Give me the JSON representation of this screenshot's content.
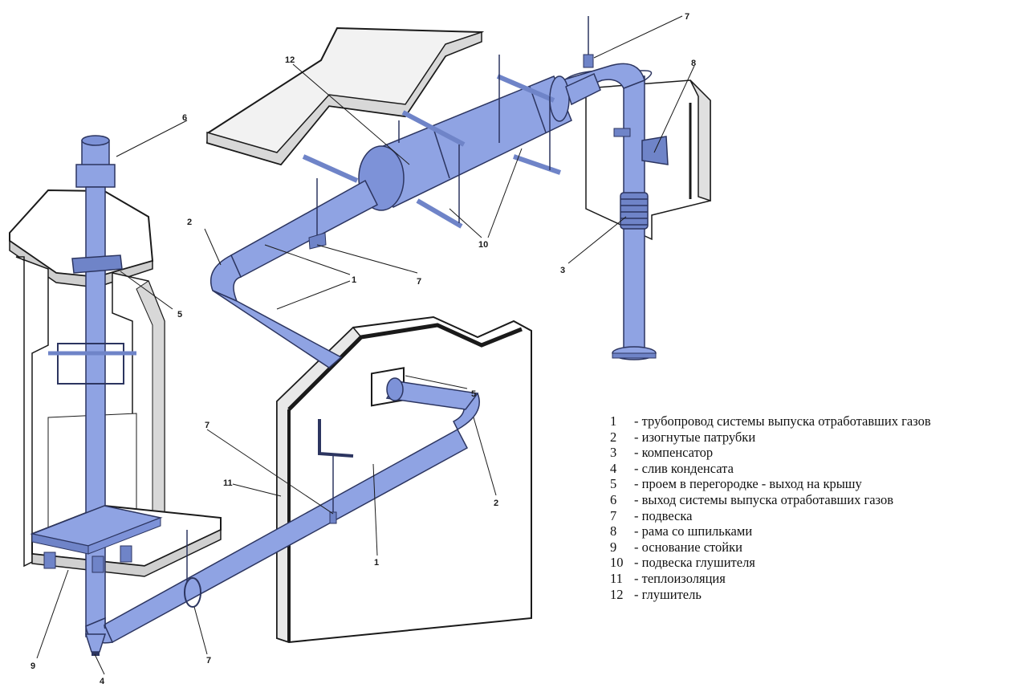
{
  "colors": {
    "pipe": "#8FA3E3",
    "pipe_dark": "#6F84C8",
    "pipe_edge": "#2C3560",
    "wall": "#FFFFFF",
    "wall_shade": "#E6E6E6",
    "wall_edge": "#1A1A1A"
  },
  "callouts": {
    "c1a": "1",
    "c1b": "1",
    "c2a": "2",
    "c2b": "2",
    "c3": "3",
    "c4": "4",
    "c5a": "5",
    "c5b": "5",
    "c6": "6",
    "c7a": "7",
    "c7b": "7",
    "c7c": "7",
    "c7d": "7",
    "c8": "8",
    "c9": "9",
    "c10": "10",
    "c11": "11",
    "c12": "12"
  },
  "legend": [
    {
      "num": "1",
      "text": "- трубопровод системы выпуска отработавших газов"
    },
    {
      "num": "2",
      "text": "- изогнутые патрубки"
    },
    {
      "num": "3",
      "text": "- компенсатор"
    },
    {
      "num": "4",
      "text": "- слив конденсата"
    },
    {
      "num": "5",
      "text": "- проем в перегородке - выход на крышу"
    },
    {
      "num": "6",
      "text": "- выход системы выпуска отработавших газов"
    },
    {
      "num": "7",
      "text": "- подвеска"
    },
    {
      "num": "8",
      "text": "- рама со шпильками"
    },
    {
      "num": "9",
      "text": "- основание стойки"
    },
    {
      "num": "10",
      "text": "- подвеска глушителя"
    },
    {
      "num": "11",
      "text": "- теплоизоляция"
    },
    {
      "num": "12",
      "text": "- глушитель"
    }
  ]
}
